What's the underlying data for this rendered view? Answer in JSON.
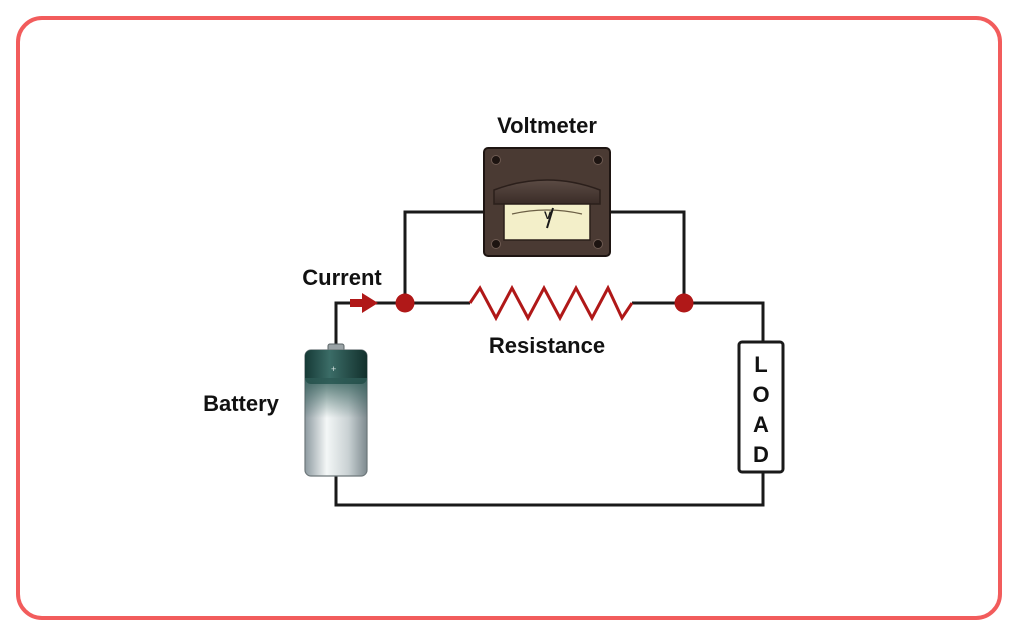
{
  "labels": {
    "voltmeter": "Voltmeter",
    "current": "Current",
    "resistance": "Resistance",
    "battery": "Battery",
    "load": [
      "L",
      "O",
      "A",
      "D"
    ],
    "meter_symbol": "V"
  },
  "colors": {
    "frame_border": "#f25c5c",
    "wire": "#1a1a1a",
    "resistor": "#b01818",
    "junction": "#b01818",
    "arrow": "#b01818",
    "meter_body": "#4a3a33",
    "meter_face": "#f3efc9"
  },
  "icons": {
    "battery": "battery-icon",
    "voltmeter": "voltmeter-icon",
    "current_arrow": "arrow-right-icon"
  }
}
